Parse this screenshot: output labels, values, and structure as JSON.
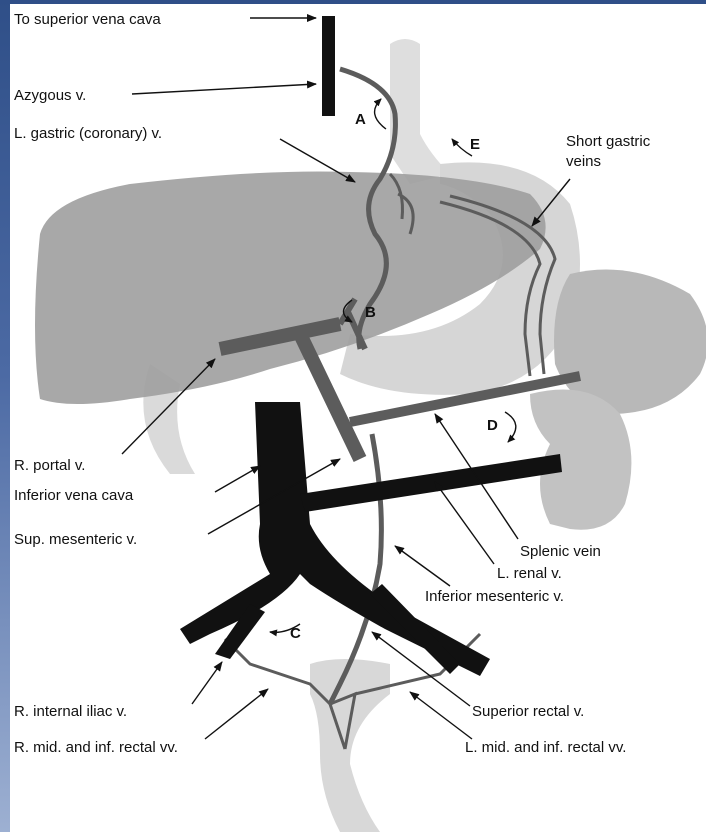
{
  "labels": {
    "superior_vena_cava": "To superior vena cava",
    "azygous": "Azygous v.",
    "left_gastric": "L. gastric (coronary) v.",
    "short_gastric_1": "Short gastric",
    "short_gastric_2": "veins",
    "r_portal": "R. portal v.",
    "inferior_vena_cava": "Inferior vena cava",
    "sup_mesenteric": "Sup. mesenteric v.",
    "splenic": "Splenic vein",
    "l_renal": "L. renal v.",
    "inferior_mesenteric": "Inferior mesenteric v.",
    "r_internal_iliac": "R. internal iliac v.",
    "superior_rectal": "Superior rectal v.",
    "r_mid_inf_rectal": "R. mid. and inf. rectal vv.",
    "l_mid_inf_rectal": "L. mid. and inf. rectal vv."
  },
  "markers": {
    "a": "A",
    "b": "B",
    "c": "C",
    "d": "D",
    "e": "E"
  },
  "colors": {
    "frame": "#3d5f9a",
    "organ_light": "#dcdcdc",
    "organ_mid": "#bdbdbd",
    "liver": "#9a9a9a",
    "portal_vessel": "#5a5a5a",
    "systemic_vessel": "#111111"
  }
}
